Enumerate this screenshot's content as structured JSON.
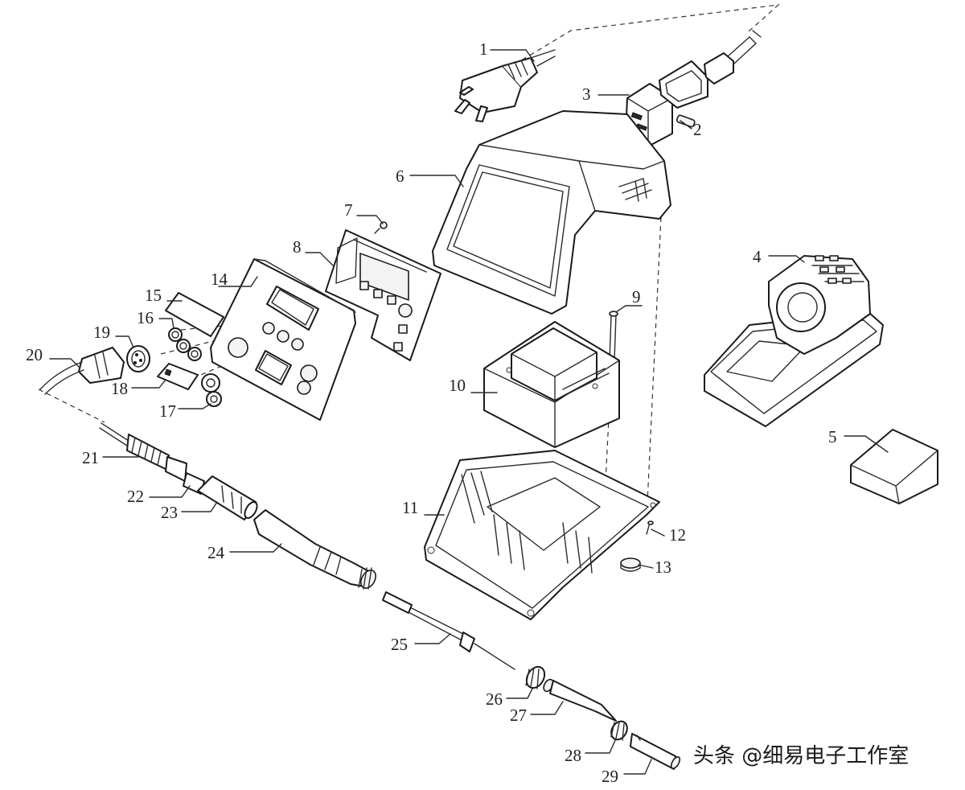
{
  "labels": {
    "p1": "1",
    "p2": "2",
    "p3": "3",
    "p4": "4",
    "p5": "5",
    "p6": "6",
    "p7": "7",
    "p8": "8",
    "p9": "9",
    "p10": "10",
    "p11": "11",
    "p12": "12",
    "p13": "13",
    "p14": "14",
    "p15": "15",
    "p16": "16",
    "p17": "17",
    "p18": "18",
    "p19": "19",
    "p20": "20",
    "p21": "21",
    "p22": "22",
    "p23": "23",
    "p24": "24",
    "p25": "25",
    "p26": "26",
    "p27": "27",
    "p28": "28",
    "p29": "29"
  },
  "watermark": "头条 @细易电子工作室"
}
